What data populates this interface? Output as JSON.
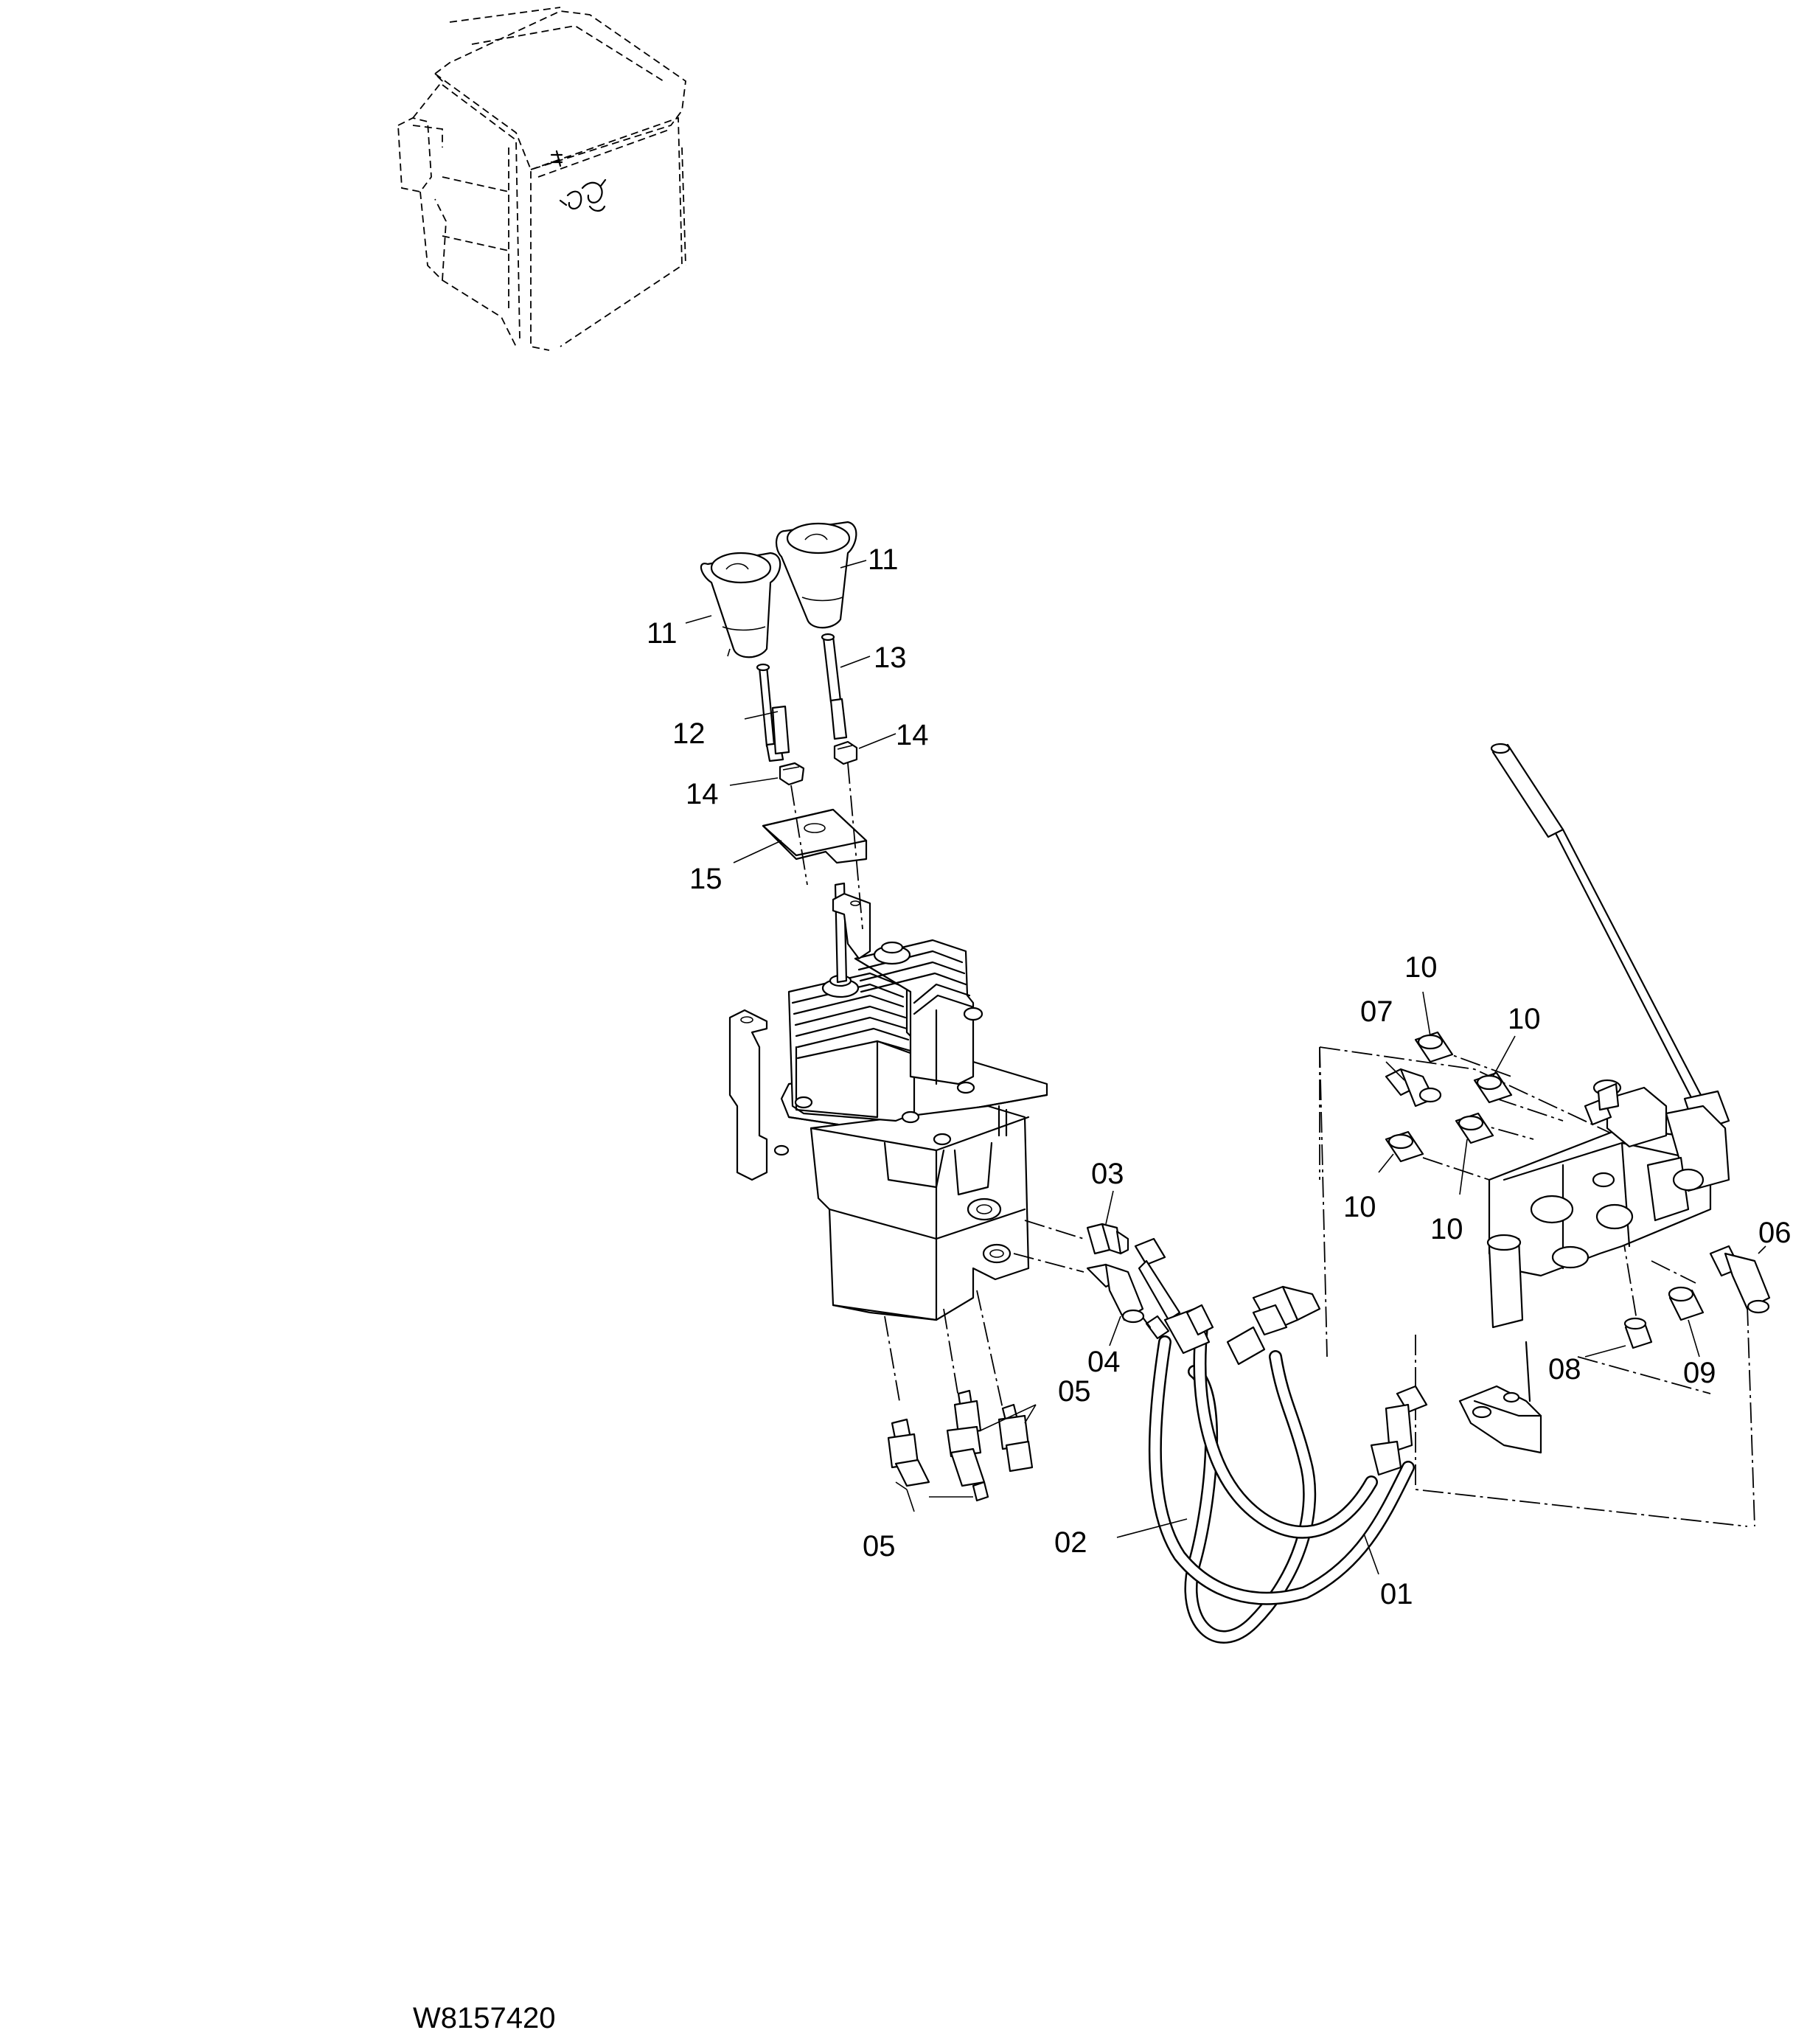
{
  "callouts": {
    "c01": "01",
    "c02": "02",
    "c03": "03",
    "c04": "04",
    "c05a": "05",
    "c05b": "05",
    "c06": "06",
    "c07": "07",
    "c08": "08",
    "c09": "09",
    "c10a": "10",
    "c10b": "10",
    "c10c": "10",
    "c10d": "10",
    "c11a": "11",
    "c11b": "11",
    "c12": "12",
    "c13": "13",
    "c14a": "14",
    "c14b": "14",
    "c15": "15"
  },
  "drawing_code": "W8157420"
}
